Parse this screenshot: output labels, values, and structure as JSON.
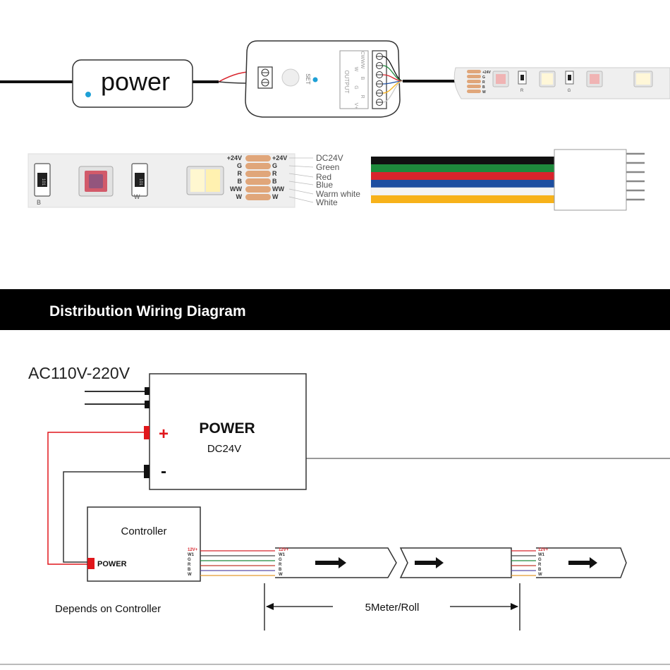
{
  "top": {
    "power_label": "power",
    "controller": {
      "set_label": "SET",
      "output_label": "OUTPUT",
      "output_pins": [
        "V+",
        "R",
        "G",
        "B",
        "W",
        "CWWW"
      ]
    },
    "strip_small_pads": [
      "+24V",
      "G",
      "R",
      "B",
      "W"
    ],
    "strip_small_resistors": [
      "R",
      "G"
    ]
  },
  "strip_detail": {
    "resistor_labels": [
      "B",
      "W"
    ],
    "resistor_codes": [
      "101",
      "101"
    ],
    "pads_left": [
      "+24V",
      "G",
      "R",
      "B",
      "WW",
      "W"
    ],
    "pads_right": [
      "+24V",
      "G",
      "R",
      "B",
      "WW",
      "W"
    ],
    "wire_labels": [
      "DC24V",
      "Green",
      "Red",
      "Blue",
      "Warm white",
      "White"
    ],
    "wire_colors": [
      "#111111",
      "#1e8a3c",
      "#d8242c",
      "#1d4ea0",
      "#f4f4f4",
      "#f7b21a"
    ]
  },
  "section": {
    "title": "Distribution Wiring Diagram"
  },
  "wiring": {
    "ac_label": "AC110V-220V",
    "power_title": "POWER",
    "power_voltage": "DC24V",
    "plus": "+",
    "minus": "-",
    "controller_title": "Controller",
    "controller_power": "POWER",
    "ctrl_pins": [
      "12V+",
      "W1",
      "G",
      "R",
      "B",
      "W"
    ],
    "strip_pins": [
      "12V+",
      "W1",
      "G",
      "R",
      "B",
      "W"
    ],
    "wire_colors": [
      "#d8242c",
      "#444444",
      "#1e8a3c",
      "#c0392b",
      "#5b4ea8",
      "#e39a2f"
    ],
    "depends_label": "Depends on Controller",
    "roll_label": "5Meter/Roll"
  }
}
